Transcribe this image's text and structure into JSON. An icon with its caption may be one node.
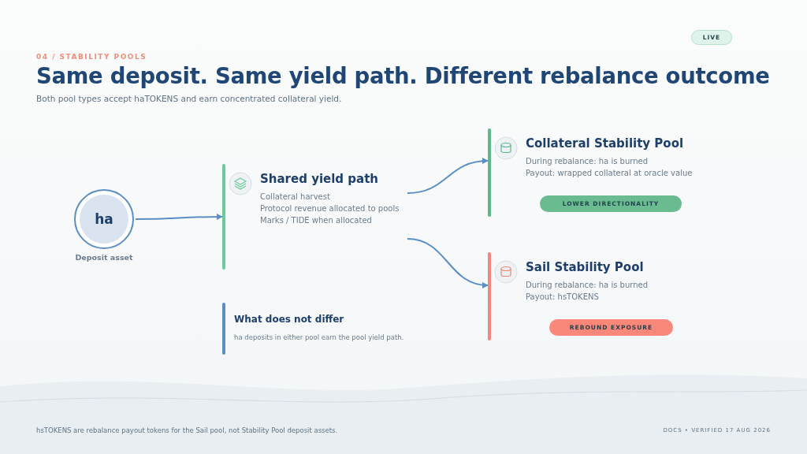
{
  "diagram": {
    "title": "Same deposit. Same yield path. Different rebalance outcome",
    "nodes": [
      {
        "text": [
          "ha"
        ],
        "beside": [
          "Deposit asset"
        ]
      },
      {
        "text": [
          "Shared yield path",
          "Collateral harvest",
          "Protocol revenue allocated to pools",
          "Marks / TIDE when allocated"
        ]
      },
      {
        "text": [
          "Collateral Stability Pool",
          "During rebalance: ha is burned",
          "Payout: wrapped collateral at oracle value"
        ]
      },
      {
        "text": [
          "LOWER DIRECTIONALITY"
        ],
        "in": 2
      },
      {
        "text": [
          "Sail Stability Pool",
          "During rebalance: ha is burned",
          "Payout: hsTOKENS"
        ]
      },
      {
        "text": [
          "REBOUND EXPOSURE"
        ]
      },
      {
        "text": [
          "What does not differ",
          "ha deposits in either pool earn the pool yield path."
        ]
      },
      {
        "text": [
          "LIVE"
        ]
      }
    ],
    "edges": [
      {
        "from": 0,
        "to": 1,
        "arrow": "to"
      },
      {
        "from": 1,
        "to": 2,
        "arrow": "to"
      },
      {
        "from": 1,
        "to": 4,
        "arrow": "to"
      }
    ],
    "labels": [
      "04 / STABILITY POOLS",
      "Both pool types accept haTOKENS and earn concentrated collateral yield.",
      "hsTOKENS are rebalance payout tokens for the Sail pool, not Stability Pool deposit assets.",
      "DOCS • VERIFIED 17 AUG 2026"
    ]
  }
}
